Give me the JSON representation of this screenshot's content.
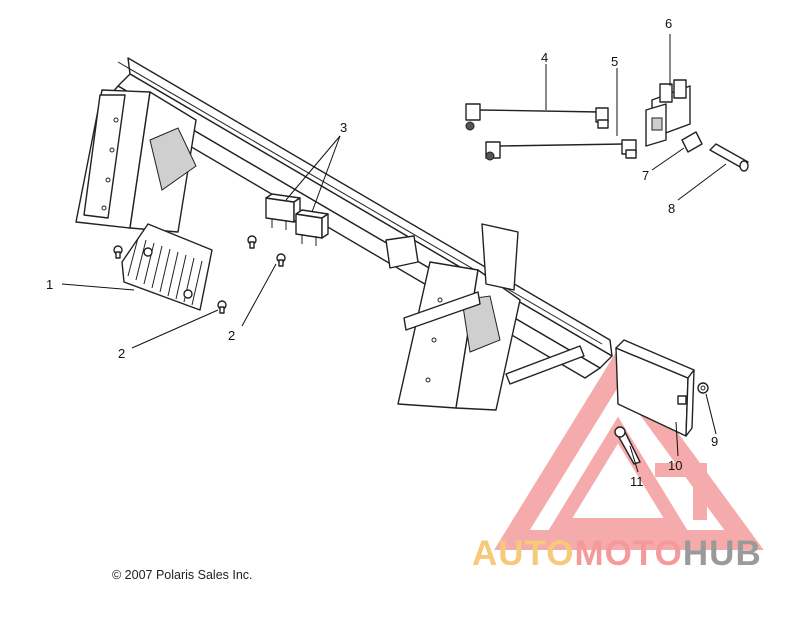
{
  "callouts": [
    "1",
    "2",
    "2",
    "3",
    "4",
    "5",
    "6",
    "7",
    "8",
    "9",
    "10",
    "11"
  ],
  "copyright": "© 2007 Polaris Sales Inc.",
  "watermark": {
    "part1": "AUTO",
    "part2": "MOTO",
    "part3": "HUB",
    "colors": {
      "auto": "#f7c97a",
      "moto": "#f59a9a",
      "hub": "#9a9a9a",
      "logo": "#f08080"
    }
  }
}
